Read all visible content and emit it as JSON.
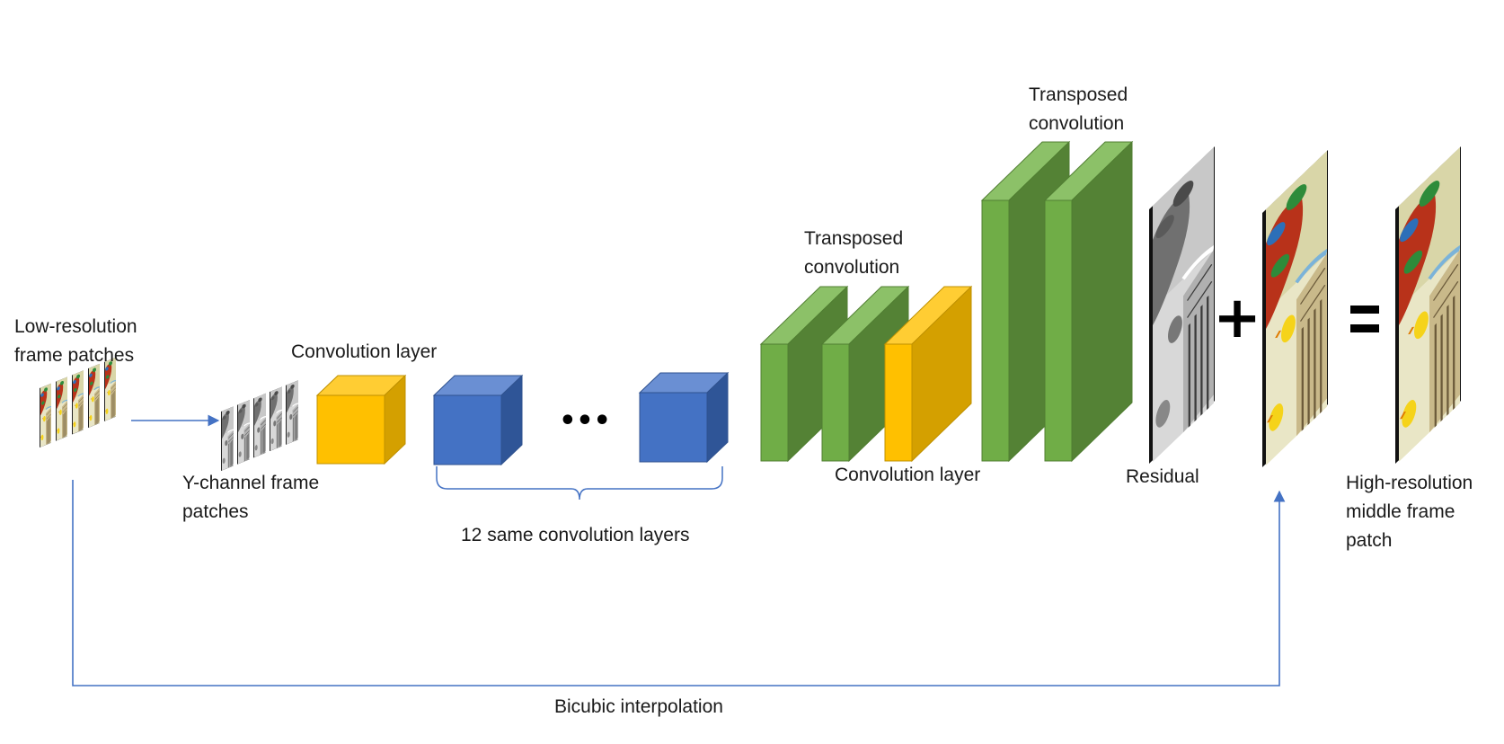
{
  "labels": {
    "lr_patches": [
      "Low-resolution",
      "frame patches"
    ],
    "y_channel": [
      "Y-channel frame",
      "patches"
    ],
    "conv_layer_1": "Convolution layer",
    "ellipsis": "•••",
    "same_layers": "12 same convolution layers",
    "tconv_1": [
      "Transposed",
      "convolution"
    ],
    "conv_layer_2": "Convolution layer",
    "tconv_2": [
      "Transposed",
      "convolution"
    ],
    "residual": "Residual",
    "plus": "+",
    "equals": "=",
    "hr_patch": [
      "High-resolution",
      "middle frame",
      "patch"
    ],
    "bicubic": "Bicubic interpolation"
  },
  "colors": {
    "conv_yellow": "#FFC000",
    "conv_blue": "#4472C4",
    "tconv_green": "#70AD47",
    "arrow_blue": "#4472C4"
  },
  "icons": {
    "lr_patches": "color-frame-stack-icon",
    "y_channel": "grayscale-frame-stack-icon",
    "residual": "grayscale-residual-image-icon",
    "bicubic": "bicubic-upscaled-image-icon",
    "hr_patch": "high-resolution-image-icon"
  }
}
